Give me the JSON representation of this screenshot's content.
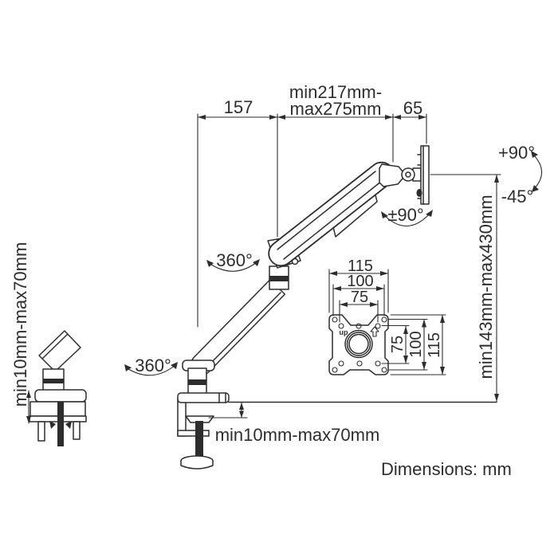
{
  "diagram": {
    "colors": {
      "ink": "#2d2d2d",
      "background": "#ffffff"
    },
    "footer": "Dimensions: mm",
    "dimensions": {
      "arm_front_offset": "157",
      "arm_reach_line1": "min217mm-",
      "arm_reach_line2": "max275mm",
      "head_depth": "65",
      "height_range": "min143mm-max430mm",
      "desk_thickness_main": "min10mm-max70mm",
      "desk_thickness_side": "min10mm-max70mm"
    },
    "rotations": {
      "tilt_up": "+90°",
      "tilt_down": "-45°",
      "swivel": "±90°",
      "rotation_arm": "360°",
      "rotation_base": "360°"
    },
    "vesa": {
      "width_115": "115",
      "width_100": "100",
      "width_75": "75",
      "height_75": "75",
      "height_100": "100",
      "height_115": "115",
      "up_marker": "up"
    }
  }
}
